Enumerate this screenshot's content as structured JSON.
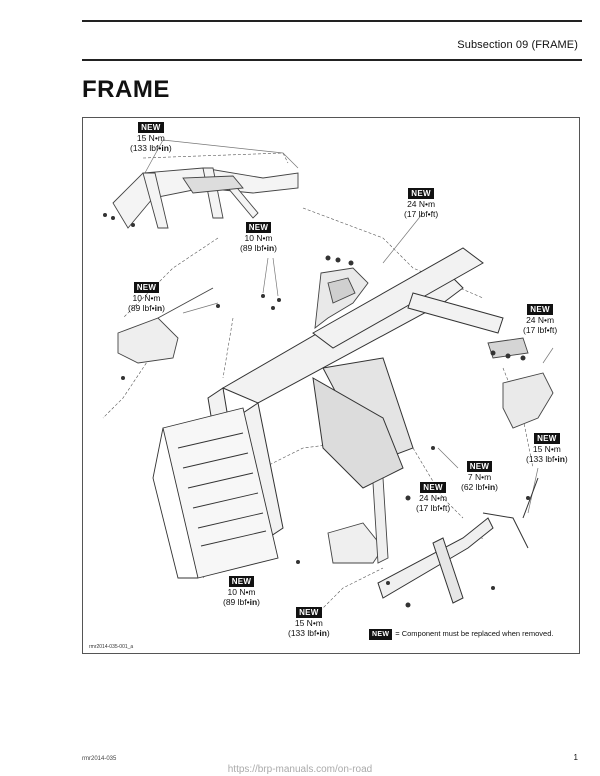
{
  "header": {
    "subsection": "Subsection 09   (FRAME)",
    "title": "FRAME"
  },
  "figure": {
    "callouts": [
      {
        "badge": "NEW",
        "torque": "15 N•m",
        "imperial_num": "(133 lbf•",
        "imperial_unit": "in",
        "imperial_end": ")"
      },
      {
        "badge": "NEW",
        "torque": "24 N•m",
        "imperial_num": "(17 lbf•ft)",
        "imperial_unit": "",
        "imperial_end": ""
      },
      {
        "badge": "NEW",
        "torque": "10 N•m",
        "imperial_num": "(89 lbf•",
        "imperial_unit": "in",
        "imperial_end": ")"
      },
      {
        "badge": "NEW",
        "torque": "10 N•m",
        "imperial_num": "(89 lbf•",
        "imperial_unit": "in",
        "imperial_end": ")"
      },
      {
        "badge": "NEW",
        "torque": "24 N•m",
        "imperial_num": "(17 lbf•ft)",
        "imperial_unit": "",
        "imperial_end": ""
      },
      {
        "badge": "NEW",
        "torque": "15 N•m",
        "imperial_num": "(133 lbf•",
        "imperial_unit": "in",
        "imperial_end": ")"
      },
      {
        "badge": "NEW",
        "torque": "7 N•m",
        "imperial_num": "(62 lbf•",
        "imperial_unit": "in",
        "imperial_end": ")"
      },
      {
        "badge": "NEW",
        "torque": "24 N•m",
        "imperial_num": "(17 lbf•ft)",
        "imperial_unit": "",
        "imperial_end": ""
      },
      {
        "badge": "NEW",
        "torque": "10 N•m",
        "imperial_num": "(89 lbf•",
        "imperial_unit": "in",
        "imperial_end": ")"
      },
      {
        "badge": "NEW",
        "torque": "15 N•m",
        "imperial_num": "(133 lbf•",
        "imperial_unit": "in",
        "imperial_end": ")"
      }
    ],
    "legend": {
      "badge": "NEW",
      "text": "= Component must be replaced when removed."
    },
    "figure_id": "rmr2014-035-001_a"
  },
  "footer": {
    "code": "rmr2014-035",
    "page_number": "1",
    "url": "https://brp-manuals.com/on-road"
  }
}
